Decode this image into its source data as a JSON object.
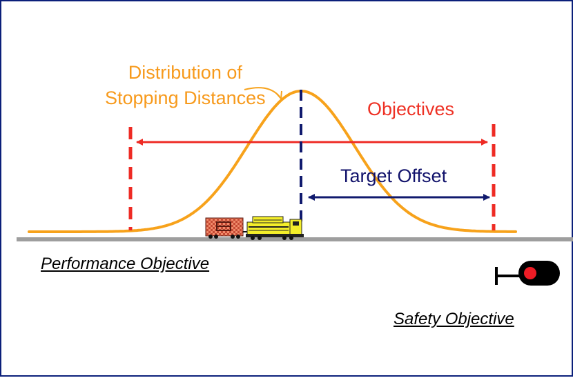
{
  "labels": {
    "distribution_line1": "Distribution of",
    "distribution_line2": "Stopping Distances",
    "objectives": "Objectives",
    "target_offset": "Target Offset",
    "performance_objective": "Performance Objective",
    "safety_objective": "Safety Objective"
  },
  "colors": {
    "curve": "#f7a21b",
    "objectives": "#ee2b24",
    "target": "#101a6e",
    "ground": "#9e9e9e",
    "border": "#0b1f7a",
    "signal_light": "#ee1c25",
    "boxcar": "#d2553c",
    "locomotive": "#f4ee2a"
  },
  "icons": {
    "train": "train-icon",
    "signal": "railway-signal-icon"
  }
}
